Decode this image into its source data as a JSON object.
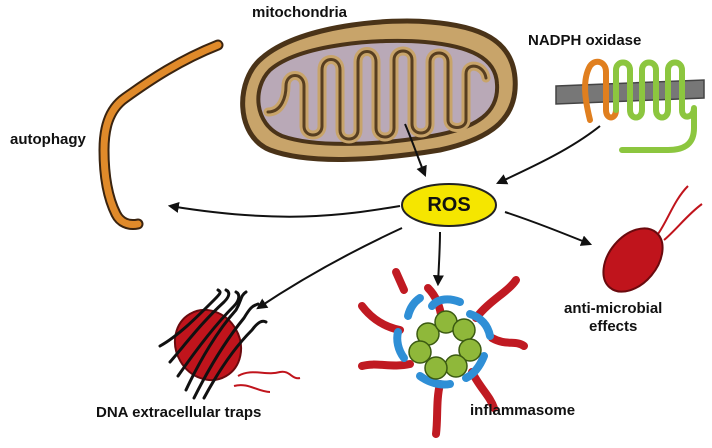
{
  "labels": {
    "mitochondria": "mitochondria",
    "nadph_oxidase": "NADPH oxidase",
    "autophagy": "autophagy",
    "ros": "ROS",
    "anti_microbial_line1": "anti-microbial",
    "anti_microbial_line2": "effects",
    "dna_traps": "DNA extracellular traps",
    "inflammasome": "inflammasome"
  },
  "colors": {
    "ros_fill": "#f5e600",
    "mito_outer": "#c8a46a",
    "mito_inner": "#b9a9b7",
    "mito_stroke": "#4a3318",
    "autophagy": "#e08a2a",
    "membrane": "#777777",
    "nadph_orange": "#e07f1f",
    "nadph_green": "#8cc63f",
    "bacteria": "#c0141c",
    "inflam_green": "#8fb83a",
    "inflam_blue": "#2f8fd6",
    "inflam_red": "#c01a22",
    "arrow": "#111111"
  }
}
